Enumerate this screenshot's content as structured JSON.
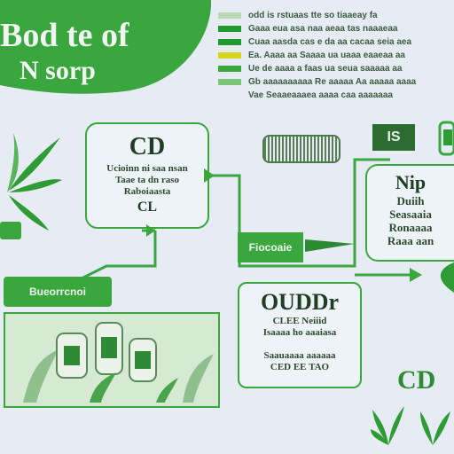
{
  "header": {
    "title_line1": "Bod te of",
    "title_line2": "N sorp"
  },
  "legend": [
    {
      "text": "odd is rstuaas tte so tiaaeay fa",
      "color": "#b8d9b2"
    },
    {
      "text": "Gaaa eua asa naa aeaa tas naaaeaa",
      "color": "#1f9a2e"
    },
    {
      "text": "Cuaa aasda cas e da aa cacaa seia aea",
      "color": "#1f9a2e"
    },
    {
      "text": "Ea. Aaaa aa Saaaa ua uaaa eaaeaa aa",
      "color": "#d4d61e"
    },
    {
      "text": "Ue de aaaa a faas ua seua saaaaa aa",
      "color": "#3aa63e"
    },
    {
      "text": "Gb aaaaaaaaaa Re aaaaa Aa aaaaa aaaa",
      "color": "#7cc47a"
    },
    {
      "text": "Vae Seaaeaaaea aaaa caa aaaaaaa",
      "color": "#e6ebf4"
    }
  ],
  "boxes": {
    "cd": {
      "title": "CD",
      "body": "Ucioinn ni saa nsan\nTaae ta dn raso\nRaboiaasta",
      "foot": "CL"
    },
    "label": "Bueorrcnoi",
    "mid": "Fiocoaie",
    "badge": "IS",
    "right": {
      "title": "Nip",
      "body": "Duiih\nSeasaaia\nRonaaaa\nRaaa aan"
    },
    "bottom": {
      "title": "OUDDr",
      "body": "CLEE Neiiid\nIsaaaa ho aaaiasa\n\nSaauaaaa aaaaaa\nCED EE TAO"
    },
    "cd_bottom": "CD"
  },
  "colors": {
    "accent": "#3aa63e",
    "dark": "#1f7a2a",
    "light": "#d8ead5",
    "bg": "#e6ebf4"
  }
}
